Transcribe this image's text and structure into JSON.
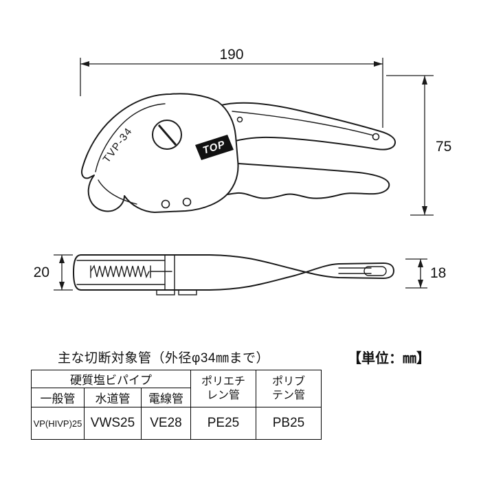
{
  "drawing": {
    "model_label": "TVP-34",
    "brand_label": "TOP",
    "dim_length": "190",
    "dim_height": "75",
    "dim_head_width": "20",
    "dim_handle_width": "18"
  },
  "caption": {
    "target": "主な切断対象管（外径φ34㎜まで）",
    "unit": "【単位：㎜】"
  },
  "table": {
    "group_pvc": "硬質塩ビパイプ",
    "group_pe": "ポリエチ\nレン管",
    "group_pb": "ポリブ\nテン管",
    "sub": [
      "一般管",
      "水道管",
      "電線管"
    ],
    "values": [
      "VP(HIVP)25",
      "VWS25",
      "VE28",
      "PE25",
      "PB25"
    ]
  }
}
